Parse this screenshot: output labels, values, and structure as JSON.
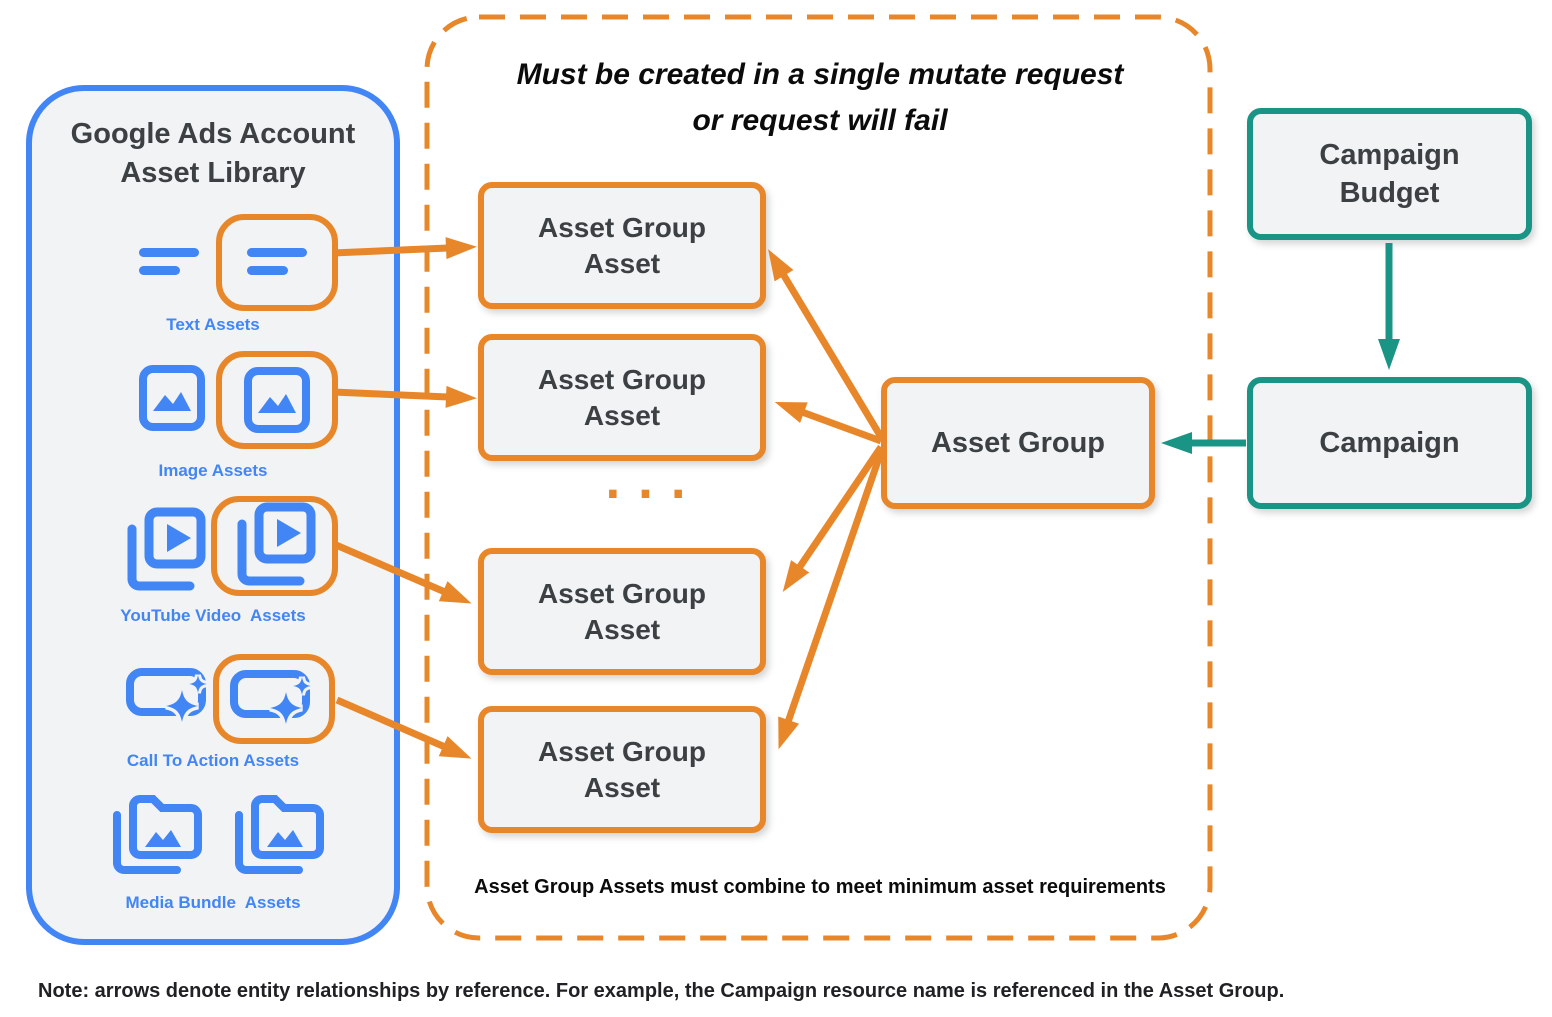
{
  "library": {
    "title_line1": "Google Ads Account",
    "title_line2": "Asset Library",
    "items": [
      {
        "label": "Text Assets",
        "icon": "text-asset-icon"
      },
      {
        "label": "Image Assets",
        "icon": "image-asset-icon"
      },
      {
        "label": "YouTube Video  Assets",
        "icon": "youtube-video-asset-icon"
      },
      {
        "label": "Call To Action Assets",
        "icon": "call-to-action-asset-icon"
      },
      {
        "label": "Media Bundle  Assets",
        "icon": "media-bundle-asset-icon"
      }
    ]
  },
  "mutate_region": {
    "title_line1": "Must be created in a single mutate request",
    "title_line2": "or request will fail",
    "asset_boxes": [
      "Asset Group Asset",
      "Asset Group Asset",
      "Asset Group Asset",
      "Asset Group Asset"
    ],
    "ellipsis": "...",
    "footnote": "Asset Group Assets must combine to meet minimum asset requirements"
  },
  "entities": {
    "asset_group": "Asset Group",
    "campaign_budget_line1": "Campaign",
    "campaign_budget_line2": "Budget",
    "campaign": "Campaign"
  },
  "note": "Note: arrows denote entity relationships by reference. For example, the Campaign resource name is referenced in the Asset Group.",
  "colors": {
    "orange": "#E8872A",
    "blue": "#4285F4",
    "teal": "#1A9484",
    "box_fill": "#F1F3F4",
    "dark_text": "#3C4043"
  }
}
